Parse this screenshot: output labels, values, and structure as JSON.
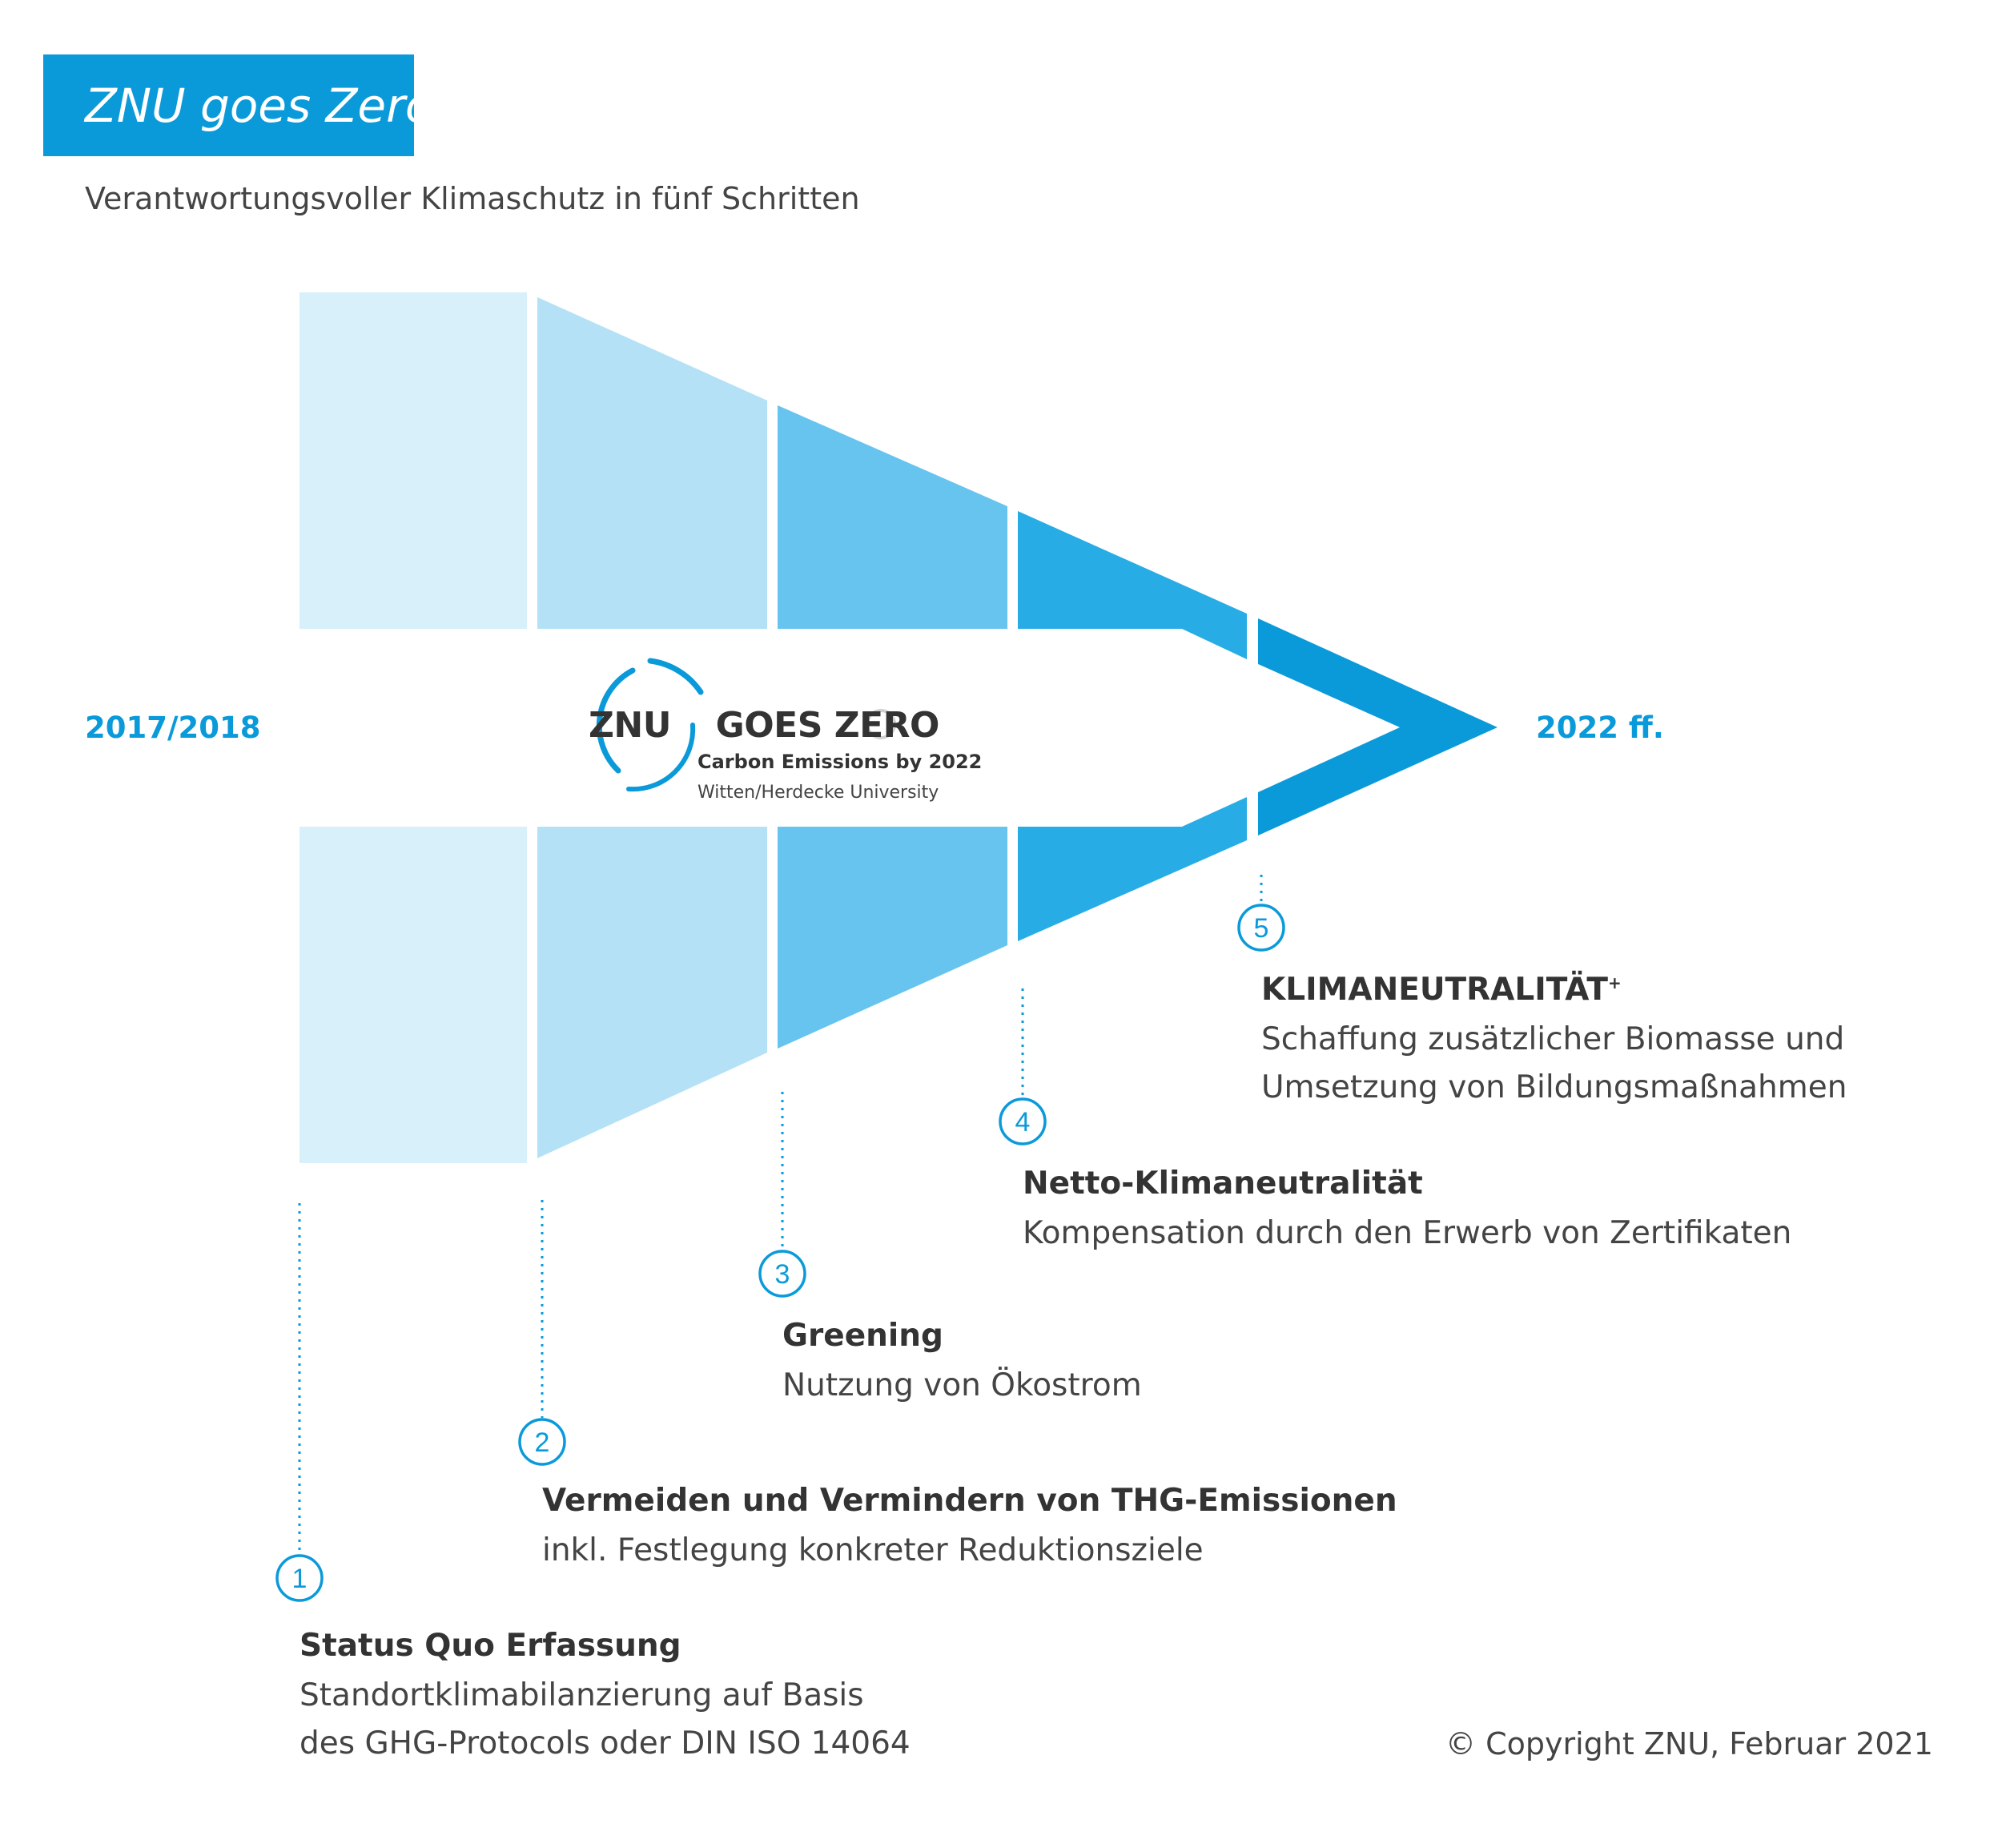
{
  "header": {
    "title": "ZNU goes Zero",
    "subtitle": "Verantwortungsvoller Klimaschutz in fünf Schritten"
  },
  "timeline": {
    "start": "2017/2018",
    "end": "2022 ff."
  },
  "logo": {
    "left_text": "ZNU",
    "right_text": "GOES ZERO",
    "tagline": "Carbon Emissions by 2022",
    "university": "Witten/Herdecke University"
  },
  "steps": [
    {
      "number": "1",
      "title": "Status Quo Erfassung",
      "desc_line1": "Standortklimabilanzierung auf Basis",
      "desc_line2": "des GHG-Protocols oder DIN ISO 14064"
    },
    {
      "number": "2",
      "title": "Vermeiden und Vermindern von THG-Emissionen",
      "desc_line1": "inkl. Festlegung konkreter Reduktionsziele"
    },
    {
      "number": "3",
      "title": "Greening",
      "desc_line1": "Nutzung von Ökostrom"
    },
    {
      "number": "4",
      "title": "Netto-Klimaneutralität",
      "desc_line1": "Kompensation durch den Erwerb von Zertifikaten"
    },
    {
      "number": "5",
      "title": "KLIMANEUTRALITÄT",
      "title_sup": "+",
      "desc_line1": "Schaffung zusätzlicher Biomasse und",
      "desc_line2": "Umsetzung von Bildungsmaßnahmen"
    }
  ],
  "colors": {
    "accent": "#0b9ad9",
    "segment1": "#d8f0fa",
    "segment2": "#b4e1f6",
    "segment3": "#66c4ee",
    "segment4": "#28ace6",
    "segment5": "#0b9ad9"
  },
  "copyright": "© Copyright ZNU, Februar 2021"
}
